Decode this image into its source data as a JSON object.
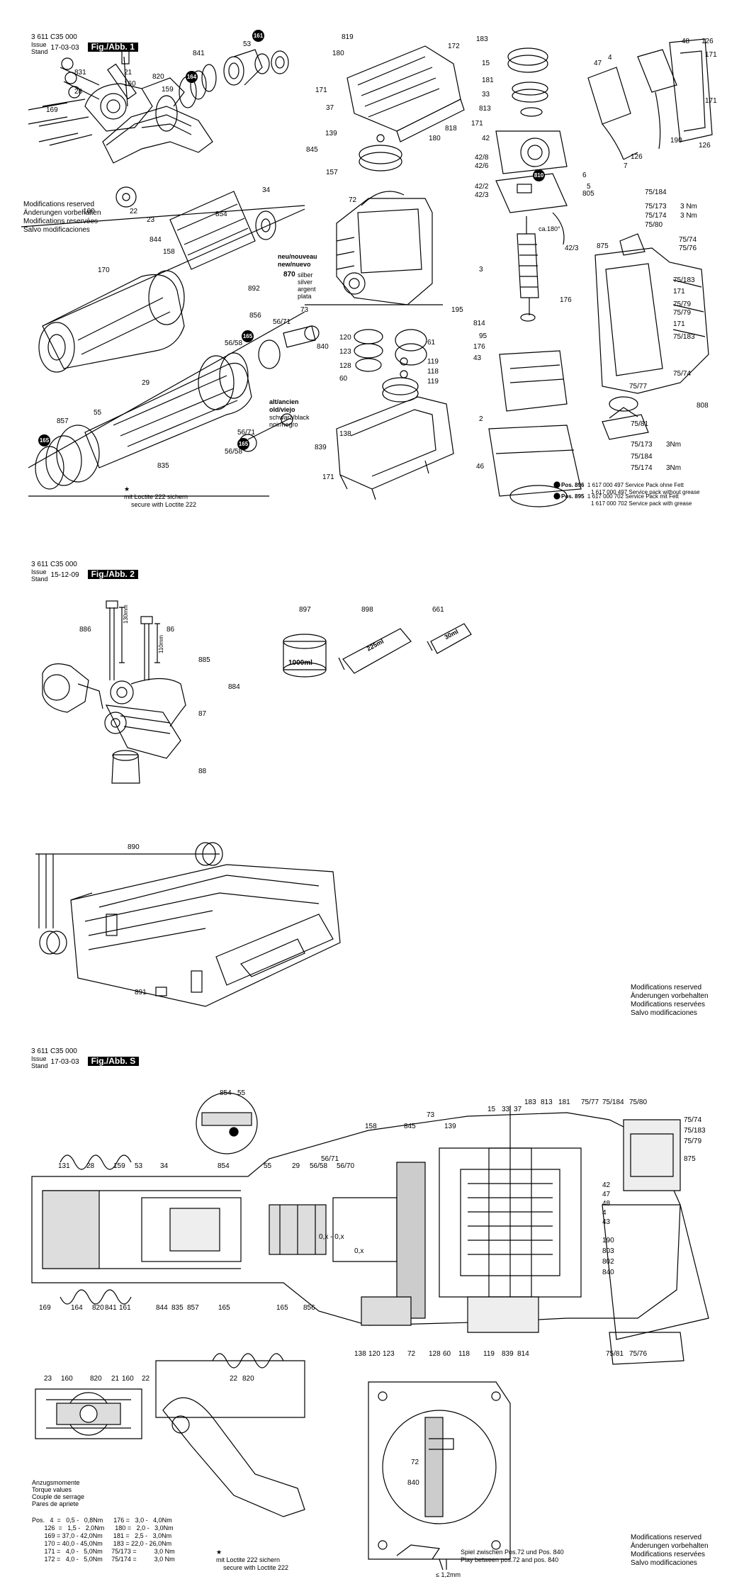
{
  "fig1": {
    "code": "3 611 C35 000",
    "issue": "Issue",
    "stand": "Stand",
    "date": "17-03-03",
    "title": "Fig./Abb. 1",
    "modifications": [
      "Modifications reserved",
      "Änderungen vorbehalten",
      "Modifications reservées",
      "Salvo modificaciones"
    ],
    "loctite": [
      "mit Loctite 222 sichern",
      "secure with Loctite 222"
    ],
    "variant_new": [
      "neu/nouveau",
      "new/nuevo"
    ],
    "variant_new_color": [
      "silber",
      "silver",
      "argent",
      "plata"
    ],
    "variant_old": [
      "alt/ancien",
      "old/viejo"
    ],
    "variant_old_color": [
      "schwarz/black",
      "noir/negro"
    ],
    "angle": "ca.180°",
    "grease": [
      {
        "bullet": "Pos. 896",
        "no1": "1 617 000 497 Service Pack ohne Fett",
        "no2": "1 617 000 497 Service pack without grease"
      },
      {
        "bullet": "Pos. 895",
        "no1": "1 617 000 702 Service Pack mit Fett",
        "no2": "1 617 000 702 Service pack with grease"
      }
    ],
    "labels": {
      "l831": "831",
      "l28": "28",
      "l169": "169",
      "l21": "21",
      "l160a": "160",
      "l820": "820",
      "l159": "159",
      "l841": "841",
      "l164": "164",
      "l53": "53",
      "l161": "161",
      "l160b": "160",
      "l22": "22",
      "l23": "23",
      "l34": "34",
      "l854": "854",
      "l844": "844",
      "l158": "158",
      "l170": "170",
      "l165a": "165",
      "l892": "892",
      "l870": "870",
      "l73": "73",
      "l856": "856",
      "l5671a": "56/71",
      "l5658a": "56/58",
      "l29": "29",
      "l857": "857",
      "l55": "55",
      "l165b": "165",
      "l835": "835",
      "l5671b": "56/71",
      "l5658b": "56/58",
      "l819": "819",
      "l180a": "180",
      "l172": "172",
      "l171a": "171",
      "l37": "37",
      "l818": "818",
      "l180b": "180",
      "l139": "139",
      "l845": "845",
      "l157": "157",
      "l72": "72",
      "l195": "195",
      "l840": "840",
      "l120": "120",
      "l123": "123",
      "l128": "128",
      "l60": "60",
      "l61": "61",
      "l119a": "119",
      "l118": "118",
      "l119b": "119",
      "l138": "138",
      "l839": "839",
      "l171b": "171",
      "l183": "183",
      "l15": "15",
      "l181": "181",
      "l33": "33",
      "l813": "813",
      "l171c": "171",
      "l42": "42",
      "l428": "42/8",
      "l426": "42/6",
      "l810": "810",
      "l422": "42/2",
      "l423": "42/3",
      "l423b": "42/3",
      "l3": "3",
      "l176a": "176",
      "l814": "814",
      "l95": "95",
      "l176b": "176",
      "l43": "43",
      "l2": "2",
      "l46": "46",
      "l48": "48",
      "l126a": "126",
      "l171d": "171",
      "l47": "47",
      "l4": "4",
      "l171e": "171",
      "l190": "190",
      "l126b": "126",
      "l126c": "126",
      "l7": "7",
      "l6": "6",
      "l5": "5",
      "l805": "805",
      "l75184a": "75/184",
      "l75173a": "75/173",
      "l75173at": "3 Nm",
      "l75174a": "75/174",
      "l75174at": "3 Nm",
      "l7580": "75/80",
      "l875": "875",
      "l7574": "75/74",
      "l7576": "75/76",
      "l75183a": "75/183",
      "l171f": "171",
      "l7579a": "75/79",
      "l7579b": "75/79",
      "l171g": "171",
      "l75183b": "75/183",
      "l7574b": "75/74",
      "l7577": "75/77",
      "l808": "808",
      "l7581": "75/81",
      "l75173b": "75/173",
      "l75173bt": "3Nm",
      "l75184b": "75/184",
      "l75174b": "75/174",
      "l75174bt": "3Nm"
    }
  },
  "fig2": {
    "code": "3 611 C35 000",
    "issue": "Issue",
    "stand": "Stand",
    "date": "15-12-09",
    "title": "Fig./Abb. 2",
    "labels": {
      "l886": "886",
      "l86": "86",
      "l885": "885",
      "l884": "884",
      "l87": "87",
      "l88": "88",
      "l897": "897",
      "l898": "898",
      "l661": "661",
      "l890": "890",
      "l891": "891",
      "len130": "130mm",
      "len110": "110mm",
      "can": "1000ml",
      "tube1": "225ml",
      "tube2": "30ml"
    },
    "modifications": [
      "Modifications reserved",
      "Änderungen vorbehalten",
      "Modifications reservées",
      "Salvo modificaciones"
    ]
  },
  "figS": {
    "code": "3 611 C35 000",
    "issue": "Issue",
    "stand": "Stand",
    "date": "17-03-03",
    "title": "Fig./Abb. S",
    "top_labels": [
      "131",
      "28",
      "159",
      "53",
      "34",
      "854",
      "55",
      "29",
      "56/58",
      "56/71",
      "56/70",
      "158",
      "845",
      "73",
      "139",
      "15",
      "33",
      "37",
      "183",
      "813",
      "181",
      "75/77",
      "75/184",
      "75/80"
    ],
    "detail_labels": [
      "854",
      "55"
    ],
    "right_labels": [
      "75/74",
      "75/183",
      "75/79",
      "875",
      "42",
      "47",
      "48",
      "4",
      "43",
      "190",
      "803",
      "802",
      "840"
    ],
    "bottom_labels": [
      "169",
      "164",
      "820",
      "841",
      "161",
      "844",
      "835",
      "857",
      "165",
      "165",
      "856",
      "138",
      "120",
      "123",
      "72",
      "128",
      "60",
      "118",
      "119",
      "839",
      "814",
      "75/81",
      "75/76"
    ],
    "lower_left_labels": [
      "23",
      "160",
      "820",
      "21",
      "160",
      "22",
      "22",
      "820"
    ],
    "lower_mid_labels": [
      "72",
      "840"
    ],
    "gap": "0,x - 0,x",
    "gap2": "0,x",
    "play": "≤ 1,2mm",
    "play_note": [
      "Spiel zwischen Pos.72 und Pos. 840",
      "Play between pos.72 and pos. 840"
    ],
    "loctite": [
      "mit Loctite 222 sichern",
      "secure with Loctite 222"
    ],
    "torque_title": [
      "Anzugsmomente",
      "Torque values",
      "Couple de serrage",
      "Pares de apriete"
    ],
    "torque_rows": [
      "Pos.   4  =   0,5 -   0,8Nm      176 =   3,0 -   4,0Nm",
      "       126  =   1,5 -   2,0Nm      180 =   2,0 -   3,0Nm",
      "       169 = 37,0 - 42,0Nm      181 =   2,5 -   3,0Nm",
      "       170 = 40,0 - 45,0Nm      183 = 22,0 - 26,0Nm",
      "       171 =   4,0 -   5,0Nm     75/173 =          3,0 Nm",
      "       172 =   4,0 -   5,0Nm     75/174 =          3,0 Nm"
    ],
    "modifications": [
      "Modifications reserved",
      "Änderungen vorbehalten",
      "Modifications reservées",
      "Salvo modificaciones"
    ]
  }
}
